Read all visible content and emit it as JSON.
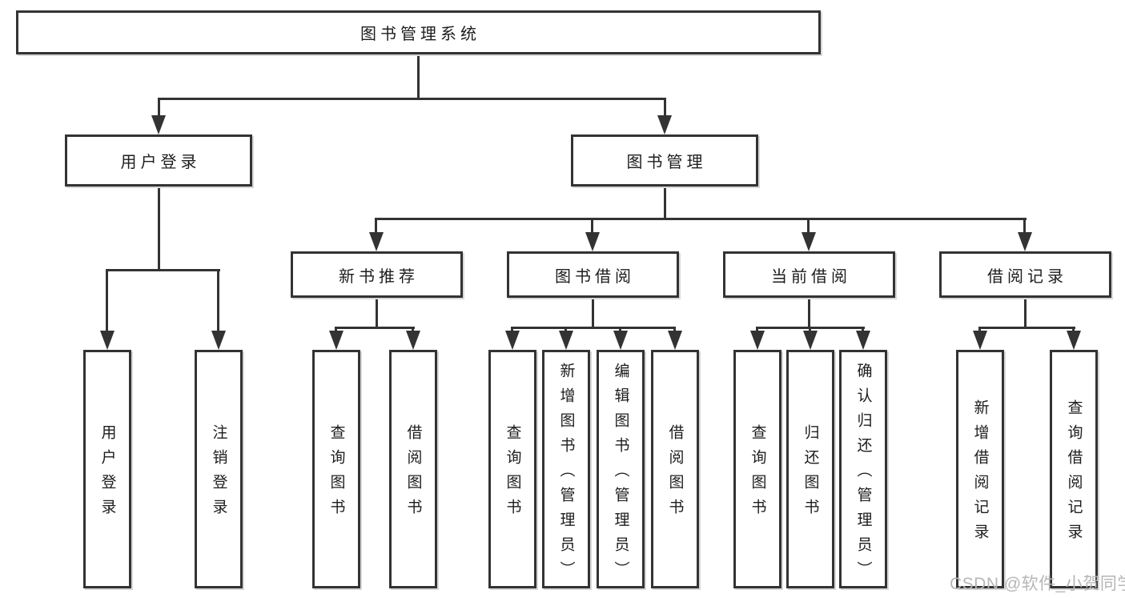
{
  "diagram": {
    "type": "hierarchy-tree",
    "title": "图书管理系统",
    "watermark": "CSDN @软件_小贺同学",
    "colors": {
      "line": "#333333",
      "text": "#1d1d1d",
      "watermark": "#b6b6b6",
      "background": "#ffffff"
    },
    "nodes": {
      "root": "图书管理系统",
      "level2": [
        "用户登录",
        "图书管理"
      ],
      "level3": [
        "新书推荐",
        "图书借阅",
        "当前借阅",
        "借阅记录"
      ],
      "leaves": {
        "user_login": [
          "用户登录",
          "注销登录"
        ],
        "new_book_recommend": [
          "查询图书",
          "借阅图书"
        ],
        "book_borrow": [
          "查询图书",
          "新增图书（管理员）",
          "编辑图书（管理员）",
          "借阅图书"
        ],
        "current_borrow": [
          "查询图书",
          "归还图书",
          "确认归还（管理员）"
        ],
        "borrow_records": [
          "新增借阅记录",
          "查询借阅记录"
        ]
      }
    },
    "edges": [
      {
        "from": "图书管理系统",
        "to": [
          "用户登录",
          "图书管理"
        ]
      },
      {
        "from": "用户登录",
        "to": [
          "用户登录",
          "注销登录"
        ]
      },
      {
        "from": "图书管理",
        "to": [
          "新书推荐",
          "图书借阅",
          "当前借阅",
          "借阅记录"
        ]
      },
      {
        "from": "新书推荐",
        "to": [
          "查询图书",
          "借阅图书"
        ]
      },
      {
        "from": "图书借阅",
        "to": [
          "查询图书",
          "新增图书（管理员）",
          "编辑图书（管理员）",
          "借阅图书"
        ]
      },
      {
        "from": "当前借阅",
        "to": [
          "查询图书",
          "归还图书",
          "确认归还（管理员）"
        ]
      },
      {
        "from": "借阅记录",
        "to": [
          "新增借阅记录",
          "查询借阅记录"
        ]
      }
    ]
  }
}
